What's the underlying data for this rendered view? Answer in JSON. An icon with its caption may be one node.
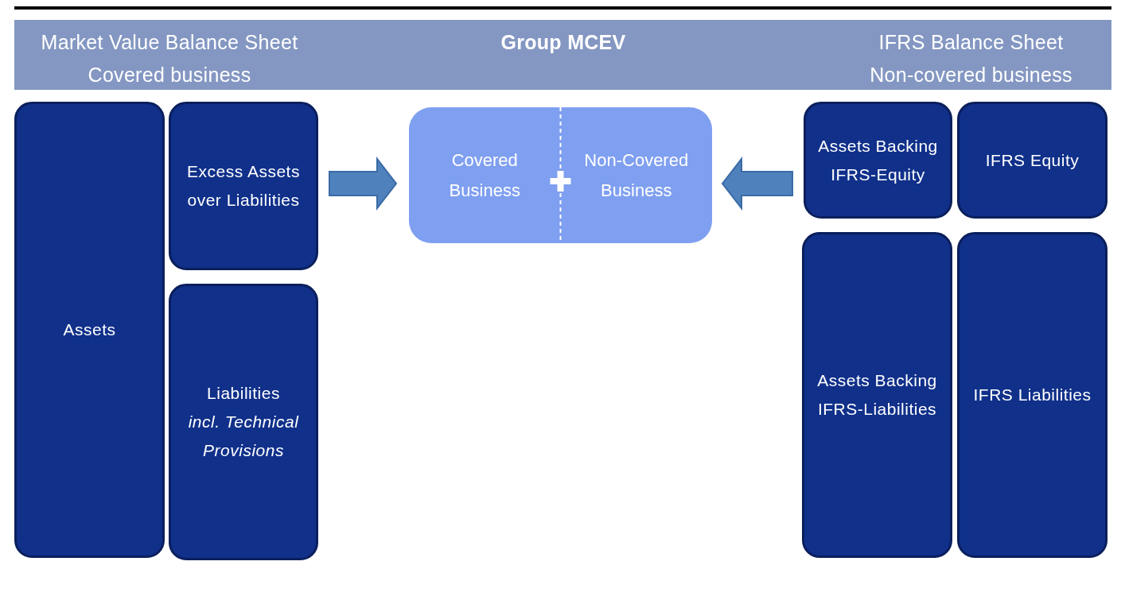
{
  "diagram": {
    "nodes": [
      {
        "text": [
          "Market Value Balance Sheet Covered business",
          "Group MCEV",
          "IFRS Balance Sheet Non-covered business"
        ]
      },
      {
        "text": [
          "Assets"
        ]
      },
      {
        "text": [
          "Excess Assets over Liabilities"
        ]
      },
      {
        "text": [
          "Liabilities",
          "incl. Technical Provisions"
        ]
      },
      {
        "text": [
          "Covered Business",
          "Non-Covered Business"
        ]
      },
      {
        "text": [
          "Assets Backing IFRS-Equity"
        ]
      },
      {
        "text": [
          "IFRS Equity"
        ]
      },
      {
        "text": [
          "Assets Backing IFRS-Liabilities"
        ]
      },
      {
        "text": [
          "IFRS Liabilities"
        ]
      }
    ],
    "edges": [
      {
        "from": 2,
        "to": 4,
        "arrow": "to"
      },
      {
        "from": 5,
        "to": 4,
        "arrow": "to"
      }
    ]
  }
}
